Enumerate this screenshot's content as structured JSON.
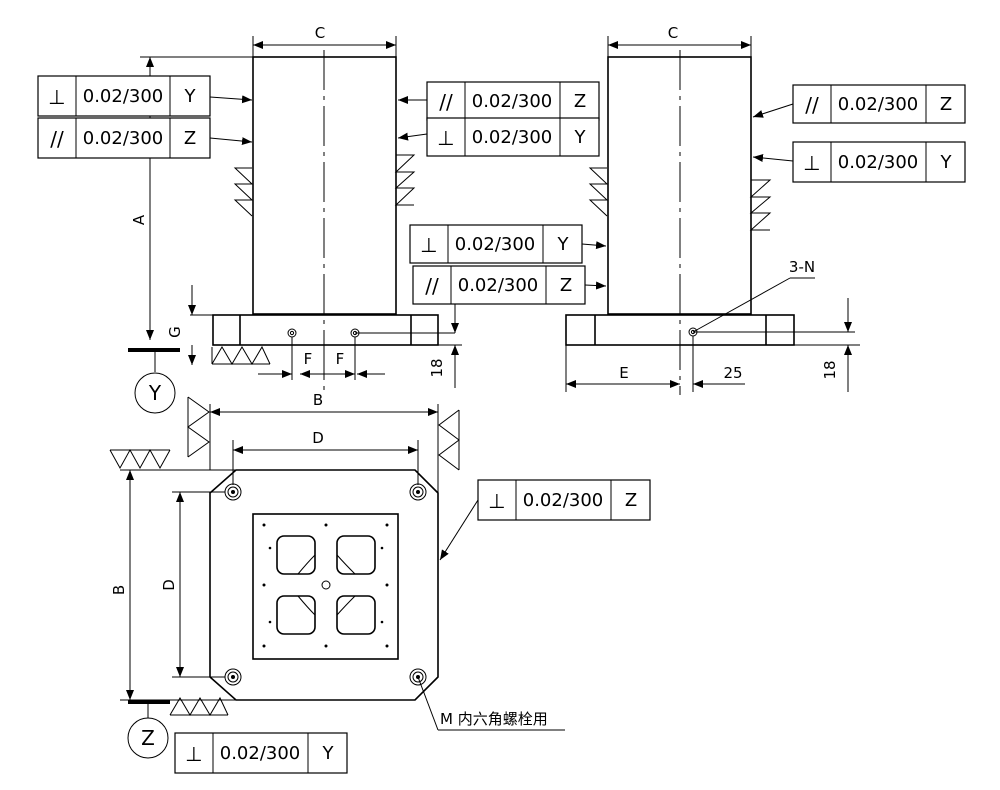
{
  "tolerance_value": "0.02/300",
  "datums": {
    "y": "Y",
    "z": "Z"
  },
  "symbols": {
    "perp": "⊥",
    "par": "//"
  },
  "dimensions": {
    "a": "A",
    "b": "B",
    "c": "C",
    "d": "D",
    "e": "E",
    "f": "F",
    "g": "G",
    "h": "18",
    "n": "3-N",
    "v25": "25"
  },
  "notes": {
    "bolt": "M 内六角螺栓用"
  },
  "colors": {
    "line": "#000000",
    "frame_accent": "#4a4a8a"
  }
}
